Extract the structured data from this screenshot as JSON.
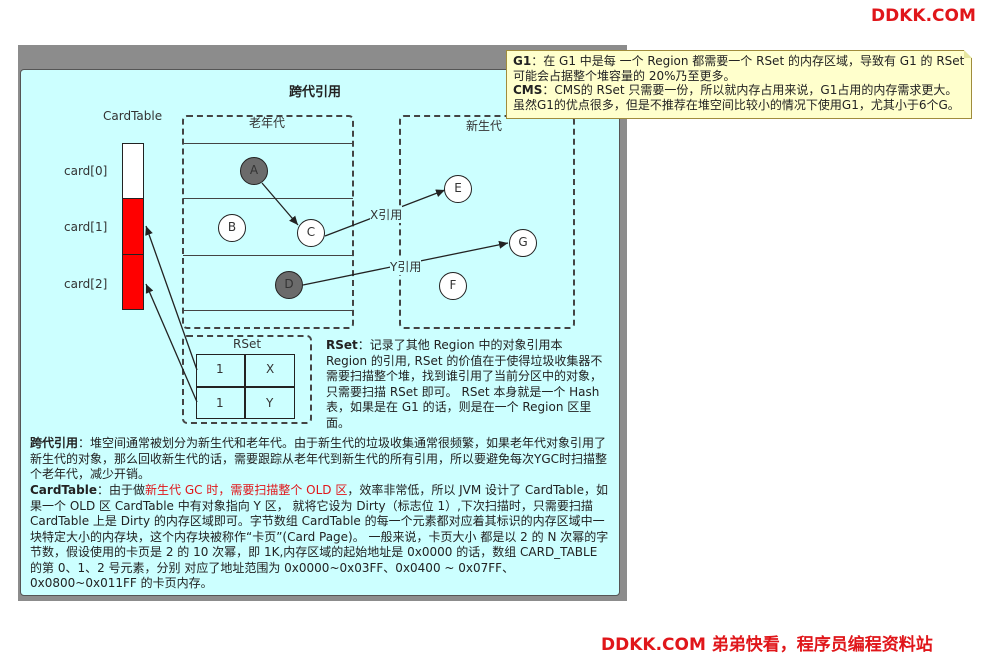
{
  "watermark": {
    "top": "DDKK.COM",
    "bottom": "DDKK.COM 弟弟快看，程序员编程资料站"
  },
  "diagram": {
    "title": "跨代引用",
    "cardtable_label": "CardTable",
    "cards": [
      "card[0]",
      "card[1]",
      "card[2]"
    ],
    "old_gen_label": "老年代",
    "young_gen_label": "新生代",
    "nodes": {
      "a": "A",
      "b": "B",
      "c": "C",
      "d": "D",
      "e": "E",
      "f": "F",
      "g": "G"
    },
    "x_ref_label": "X引用",
    "y_ref_label": "Y引用",
    "rset_label": "RSet",
    "rset_rows": [
      [
        "1",
        "X"
      ],
      [
        "1",
        "Y"
      ]
    ],
    "colors": {
      "card_dirty": "#ff0000",
      "panel_bg": "#ccffff",
      "gray_node": "#6b6b6b"
    }
  },
  "rset_desc": {
    "title": "RSet",
    "text": "：记录了其他 Region 中的对象引用本 Region 的引用, RSet 的价值在于使得垃圾收集器不需要扫描整个堆，找到谁引用了当前分区中的对象，只需要扫描 RSet 即可。 RSet 本身就是一个 Hash 表，如果是在 G1 的话，则是在一个 Region 区里面。"
  },
  "desc1": {
    "title": "跨代引用",
    "text": "：堆空间通常被划分为新生代和老年代。由于新生代的垃圾收集通常很频繁，如果老年代对象引用了新生代的对象，那么回收新生代的话，需要跟踪从老年代到新生代的所有引用，所以要避免每次YGC时扫描整个老年代，减少开销。"
  },
  "desc2": {
    "title": "CardTable",
    "pre": "：由于做",
    "red": "新生代 GC 时，需要扫描整个 OLD 区",
    "text": "，效率非常低，所以 JVM 设计了 CardTable，如果一个 OLD 区 CardTable 中有对象指向 Y 区， 就将它设为 Dirty（标志位 1）,下次扫描时，只需要扫描 CardTable 上是 Dirty 的内存区域即可。字节数组 CardTable 的每一个元素都对应着其标识的内存区域中一块特定大小的内存块，这个内存块被称作“卡页”(Card Page)。 一般来说，卡页大小 都是以 2 的 N 次幂的字节数，假设使用的卡页是 2 的 10 次幂，即 1K,内存区域的起始地址是 0x0000 的话，数组 CARD_TABLE 的第 0、1、2 号元素，分别 对应了地址范围为 0x0000~0x03FF、0x0400 ~ 0x07FF、0x0800~0x011FF 的卡页内存。"
  },
  "note": {
    "g1_title": "G1",
    "g1_text": "：在 G1 中是每 一个 Region 都需要一个 RSet 的内存区域，导致有 G1 的 RSet 可能会占据整个堆容量的 20%乃至更多。",
    "cms_title": "CMS",
    "cms_text": "：CMS的 RSet 只需要一份，所以就内存占用来说，G1占用的内存需求更大。虽然G1的优点很多，但是不推荐在堆空间比较小的情况下使用G1，尤其小于6个G。"
  }
}
